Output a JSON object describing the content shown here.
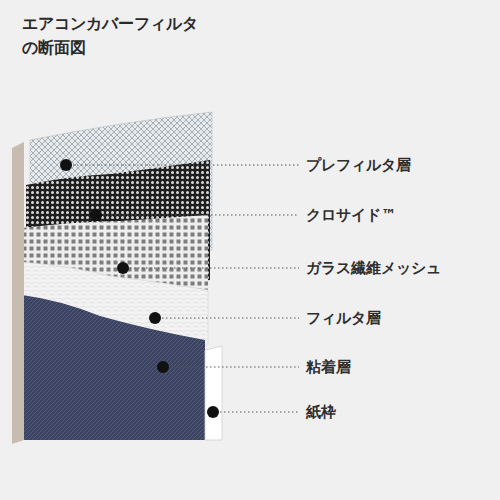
{
  "diagram": {
    "title": "エアコンカバーフィルタ の断面図",
    "labels": [
      "プレフィルタ層",
      "クロサイド™",
      "ガラス繊維メッシュ",
      "フィルタ層",
      "粘着層",
      "紙枠"
    ]
  }
}
